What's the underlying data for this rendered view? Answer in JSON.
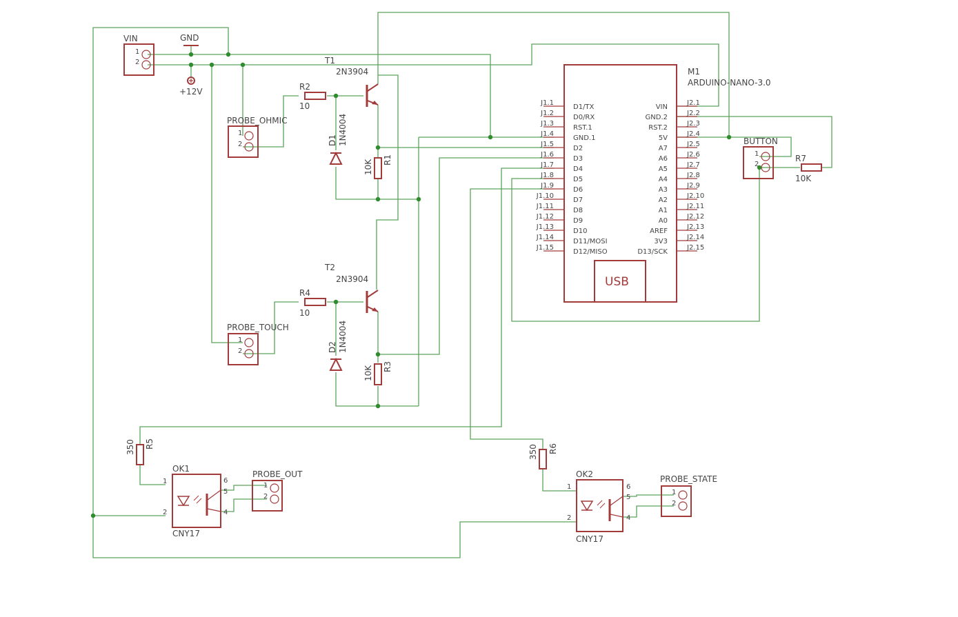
{
  "labels": {
    "vin": "VIN",
    "gnd": "GND",
    "v12": "+12V",
    "t1": "T1",
    "t1_type": "2N3904",
    "t2": "T2",
    "t2_type": "2N3904",
    "r2": "R2",
    "r2_val": "10",
    "r4": "R4",
    "r4_val": "10",
    "d1": "D1",
    "d1_type": "1N4004",
    "d2": "D2",
    "d2_type": "1N4004",
    "r1": "R1",
    "r1_val": "10K",
    "r3": "R3",
    "r3_val": "10K",
    "r5": "R5",
    "r5_val": "350",
    "r6": "R6",
    "r6_val": "350",
    "r7": "R7",
    "r7_val": "10K",
    "probe_ohmic": "PROBE_OHMIC",
    "probe_touch": "PROBE_TOUCH",
    "probe_out": "PROBE_OUT",
    "probe_state": "PROBE_STATE",
    "button": "BUTTON",
    "ok1": "OK1",
    "ok1_type": "CNY17",
    "ok2": "OK2",
    "ok2_type": "CNY17",
    "m1": "M1",
    "m1_type": "ARDUINO-NANO-3.0",
    "usb": "USB",
    "one": "1",
    "two": "2",
    "four": "4",
    "five": "5",
    "six": "6"
  },
  "arduino": {
    "left_pins": [
      "J1.1",
      "J1.2",
      "J1.3",
      "J1.4",
      "J1.5",
      "J1.6",
      "J1.7",
      "J1.8",
      "J1.9",
      "J1.10",
      "J1.11",
      "J1.12",
      "J1.13",
      "J1.14",
      "J1.15"
    ],
    "left_names": [
      "D1/TX",
      "D0/RX",
      "RST.1",
      "GND.1",
      "D2",
      "D3",
      "D4",
      "D5",
      "D6",
      "D7",
      "D8",
      "D9",
      "D10",
      "D11/MOSI",
      "D12/MISO"
    ],
    "right_pins": [
      "J2.1",
      "J2.2",
      "J2.3",
      "J2.4",
      "J2.5",
      "J2.6",
      "J2.7",
      "J2.8",
      "J2.9",
      "J2.10",
      "J2.11",
      "J2.12",
      "J2.13",
      "J2.14",
      "J2.15"
    ],
    "right_names": [
      "VIN",
      "GND.2",
      "RST.2",
      "5V",
      "A7",
      "A6",
      "A5",
      "A4",
      "A3",
      "A2",
      "A1",
      "A0",
      "AREF",
      "3V3",
      "D13/SCK"
    ]
  },
  "colors": {
    "component": "#a23a3a",
    "wire": "#5aa55a",
    "text": "#444444",
    "junction": "#2e8b2e"
  }
}
